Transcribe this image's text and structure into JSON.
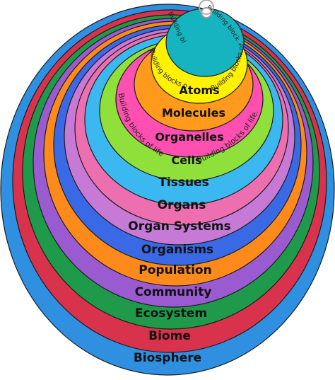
{
  "diagram": {
    "levels": [
      {
        "label": "Biosphere",
        "color": "#2f8fe0"
      },
      {
        "label": "Biome",
        "color": "#d8324c"
      },
      {
        "label": "Ecosystem",
        "color": "#1f9a4a"
      },
      {
        "label": "Community",
        "color": "#9a5bd0"
      },
      {
        "label": "Population",
        "color": "#ff8a1c"
      },
      {
        "label": "Organisms",
        "color": "#3a69e6"
      },
      {
        "label": "Organ Systems",
        "color": "#c67ad6"
      },
      {
        "label": "Organs",
        "color": "#ee6fb0"
      },
      {
        "label": "Tissues",
        "color": "#3cb8f0"
      },
      {
        "label": "Cells",
        "color": "#8fe03a"
      },
      {
        "label": "Organelles",
        "color": "#ff4fb0"
      },
      {
        "label": "Molecules",
        "color": "#ff9a1c"
      },
      {
        "label": "Atoms",
        "color": "#fff200"
      },
      {
        "label": "",
        "color": "#16b3c0"
      }
    ],
    "arc_notes": {
      "cells_left": "Building blocks of life.",
      "cells_right": "Building blocks of life.",
      "atoms_left": "Building blocks of matter",
      "atoms_right": "Building blocks of matter",
      "top_left": "Building blocks of matter",
      "top_right": "Building blocks of matter"
    }
  }
}
